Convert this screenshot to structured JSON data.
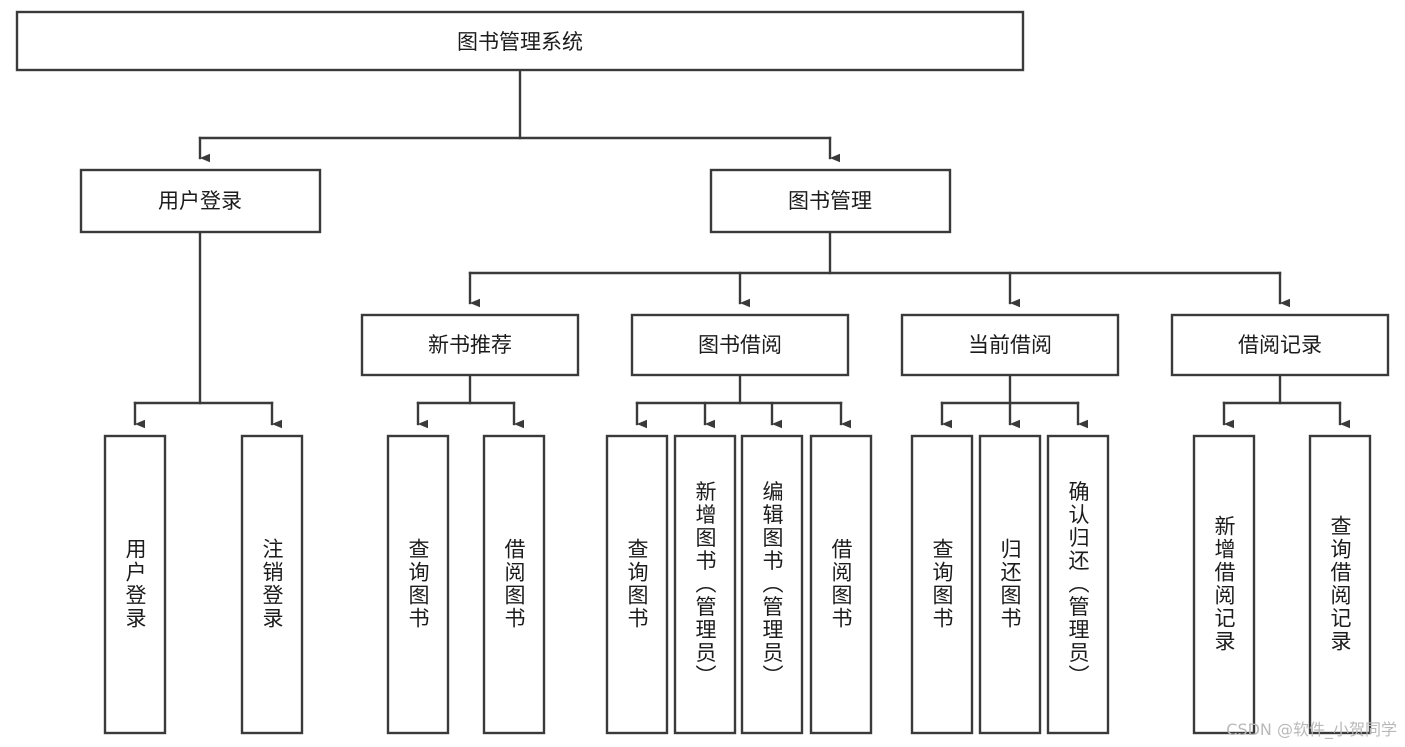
{
  "diagram": {
    "title": "图书管理系统",
    "type": "tree-hierarchy",
    "watermark": "CSDN @软件_小贺同学",
    "colors": {
      "stroke": "#3a3a3a",
      "fill": "#ffffff",
      "text": "#1c1c1c",
      "watermark": "#b9b9b9",
      "background": "#ffffff"
    },
    "root": {
      "label": "图书管理系统"
    },
    "level1": [
      {
        "label": "用户登录"
      },
      {
        "label": "图书管理"
      }
    ],
    "level2": [
      {
        "label": "新书推荐"
      },
      {
        "label": "图书借阅"
      },
      {
        "label": "当前借阅"
      },
      {
        "label": "借阅记录"
      }
    ],
    "leaves": {
      "user_login": [
        {
          "label": "用户登录"
        },
        {
          "label": "注销登录"
        }
      ],
      "new_book_recommend": [
        {
          "label": "查询图书"
        },
        {
          "label": "借阅图书"
        }
      ],
      "book_borrow": [
        {
          "label": "查询图书"
        },
        {
          "label": "新增图书（管理员）"
        },
        {
          "label": "编辑图书（管理员）"
        },
        {
          "label": "借阅图书"
        }
      ],
      "current_borrow": [
        {
          "label": "查询图书"
        },
        {
          "label": "归还图书"
        },
        {
          "label": "确认归还（管理员）"
        }
      ],
      "borrow_record": [
        {
          "label": "新增借阅记录"
        },
        {
          "label": "查询借阅记录"
        }
      ]
    }
  }
}
